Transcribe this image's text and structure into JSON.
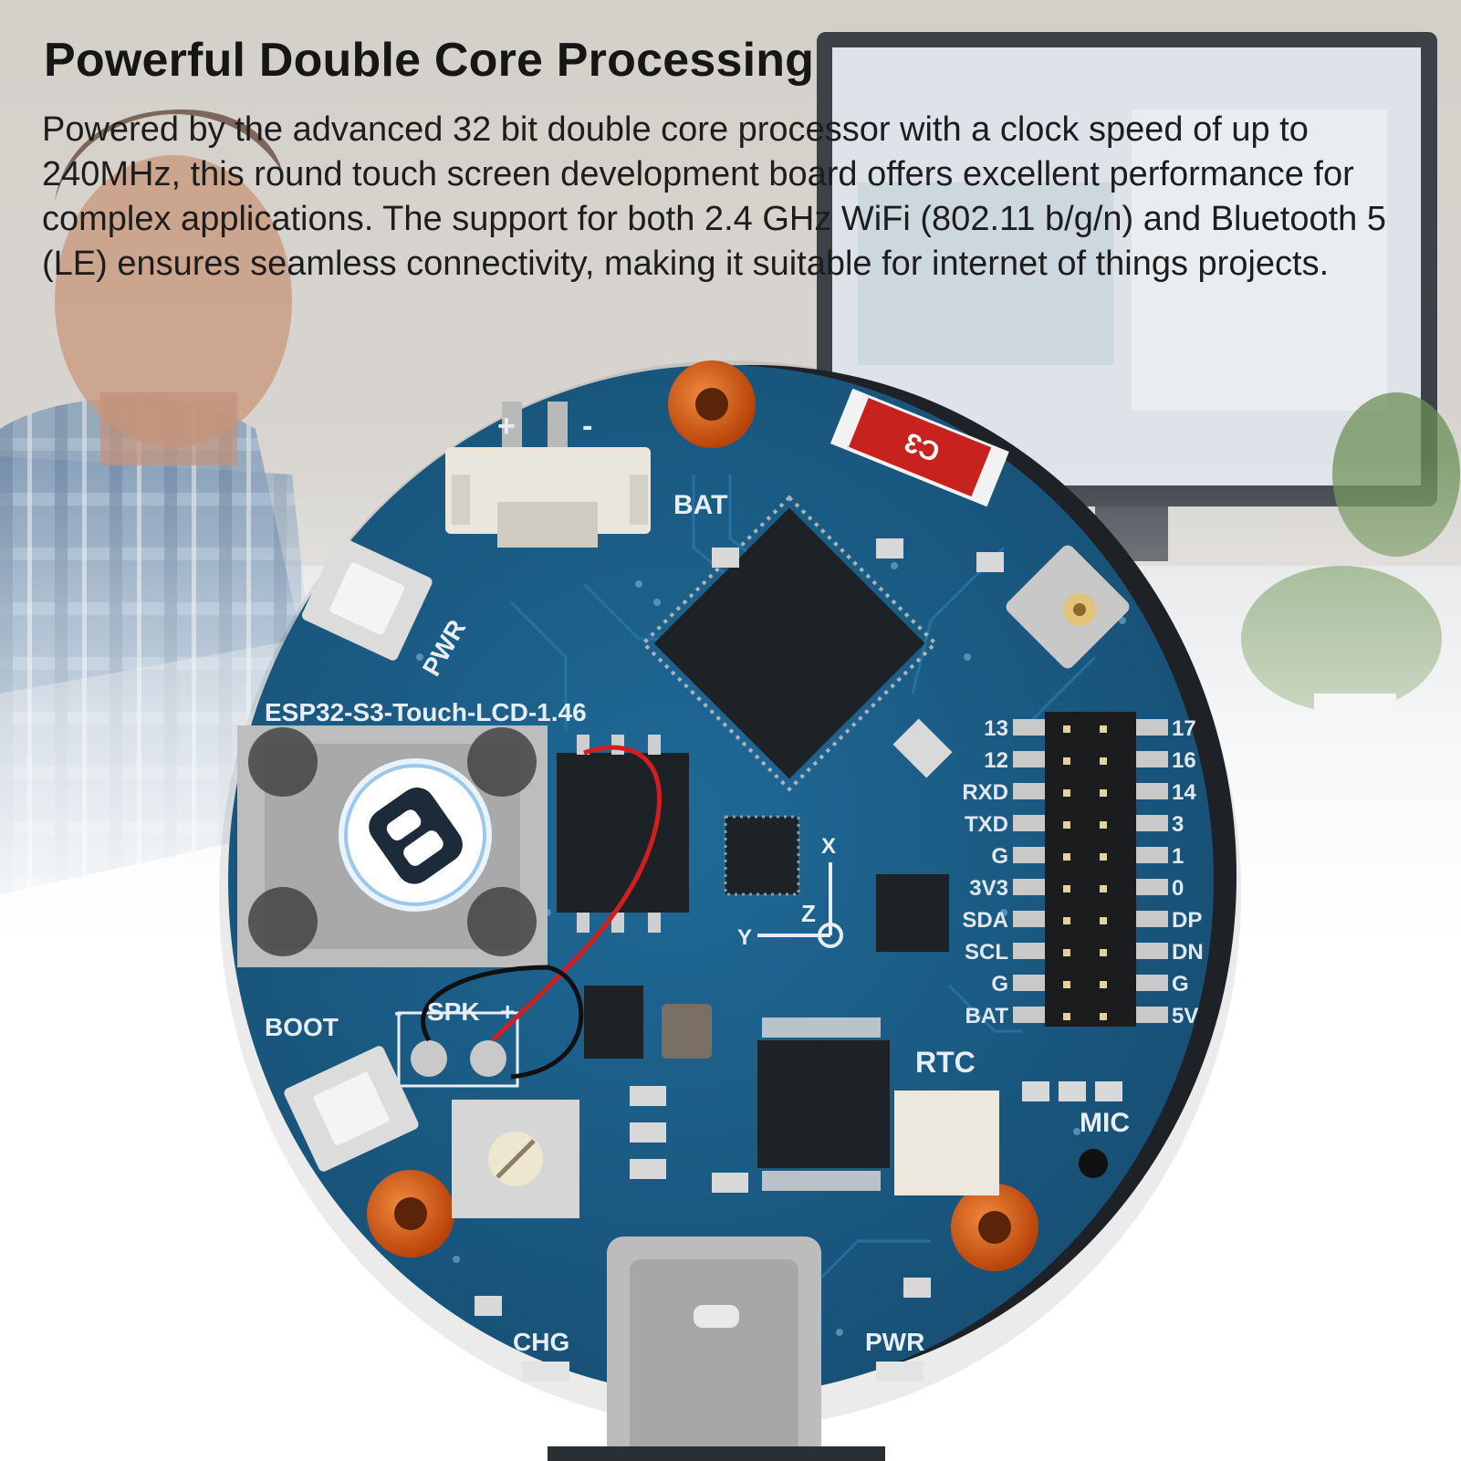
{
  "heading": "Powerful Double Core Processing",
  "description": "Powered by the advanced 32 bit double core processor with a clock speed of up to 240MHz, this round touch screen development board offers excellent performance for complex applications. The support for both 2.4 GHz WiFi (802.11 b/g/n) and Bluetooth 5 (LE) ensures seamless connectivity, making it suitable for internet of things projects.",
  "board": {
    "model": "ESP32-S3-Touch-LCD-1.46",
    "labels": {
      "bat": "BAT",
      "pwr_button": "PWR",
      "boot": "BOOT",
      "spk": "SPK",
      "rtc": "RTC",
      "mic": "MIC",
      "chg": "CHG",
      "pwr_led": "PWR",
      "c3": "C3",
      "plus": "+",
      "minus": "-",
      "axis_x": "X",
      "axis_y": "Y",
      "axis_z": "Z"
    },
    "pins_left": [
      "13",
      "12",
      "RXD",
      "TXD",
      "G",
      "3V3",
      "SDA",
      "SCL",
      "G",
      "BAT"
    ],
    "pins_right": [
      "17",
      "16",
      "14",
      "3",
      "1",
      "0",
      "DP",
      "DN",
      "G",
      "5V"
    ]
  },
  "colors": {
    "pcb": "#1b5d86",
    "standoff": "#d2560f",
    "chip": "#1d2227"
  }
}
